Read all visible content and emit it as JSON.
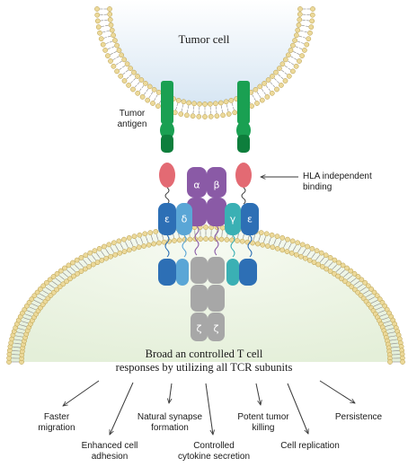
{
  "colors": {
    "tumor_fill": "#d7e6f3",
    "tcell_fill": "#e4efd9",
    "head_fill": "#ecd99a",
    "head_stroke": "#b59a45",
    "tail": "#8a8a8a",
    "antigen": "#1aa052",
    "antigen_dark": "#0e7e3c",
    "binder": "#e36a73",
    "alpha_beta": "#8a5aa6",
    "cd3_epsilon": "#2d6fb5",
    "cd3_delta": "#5aa6d6",
    "cd3_gamma": "#3ab0b4",
    "zeta": "#a7a7a7",
    "arrow": "#3a3a3a"
  },
  "tumor_cell": {
    "label": "Tumor cell"
  },
  "tumor_antigen": {
    "label_line1": "Tumor",
    "label_line2": "antigen"
  },
  "hla": {
    "label_line1": "HLA independent",
    "label_line2": "binding"
  },
  "subunits": {
    "alpha": "α",
    "beta": "β",
    "epsilon": "ε",
    "delta": "δ",
    "gamma": "γ",
    "zeta": "ζ"
  },
  "tcell_response": {
    "line1": "Broad an controlled T cell",
    "line2": "responses by utilizing all TCR subunits"
  },
  "outcomes": [
    {
      "line1": "Faster",
      "line2": "migration"
    },
    {
      "line1": "Enhanced cell",
      "line2": "adhesion"
    },
    {
      "line1": "Natural synapse",
      "line2": "formation"
    },
    {
      "line1": "Controlled",
      "line2": "cytokine secretion"
    },
    {
      "line1": "Potent tumor",
      "line2": "killing"
    },
    {
      "line1": "Cell replication",
      "line2": ""
    },
    {
      "line1": "Persistence",
      "line2": ""
    }
  ]
}
